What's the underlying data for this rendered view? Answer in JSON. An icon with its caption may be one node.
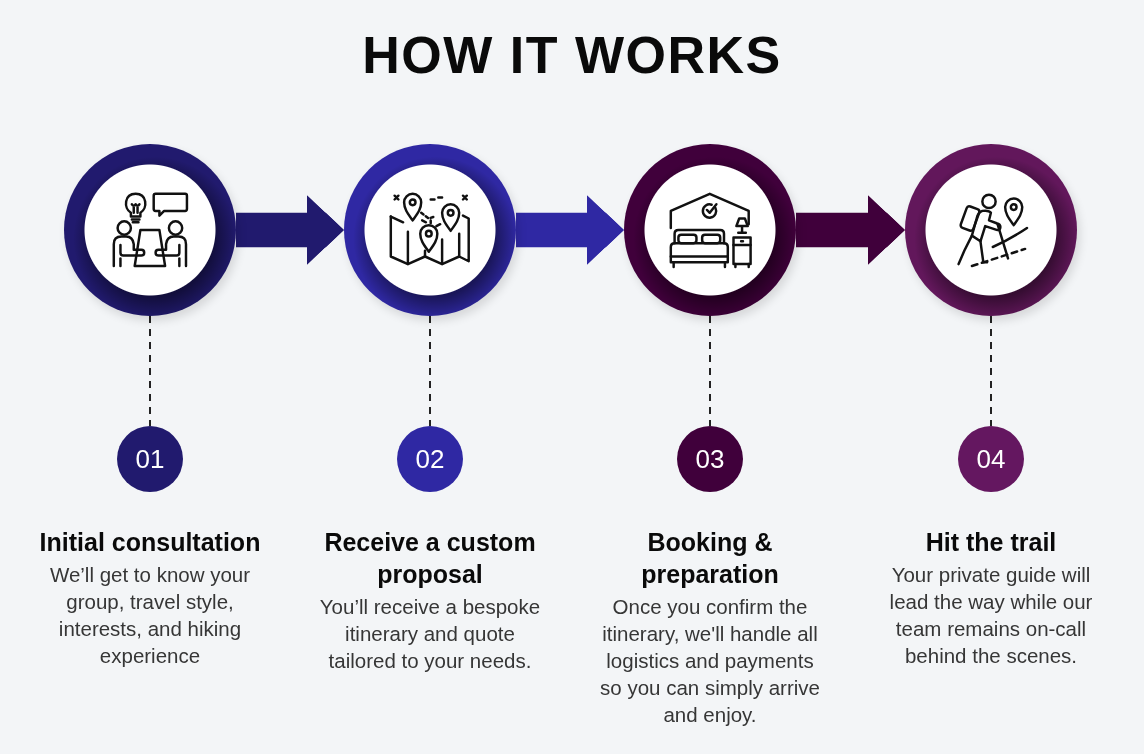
{
  "diagram": {
    "title": "HOW IT WORKS",
    "nodes": [
      {
        "text": [],
        "shape": "circle"
      },
      {
        "text": [],
        "shape": "circle"
      },
      {
        "text": [],
        "shape": "circle"
      },
      {
        "text": [],
        "shape": "circle"
      },
      {
        "text": [
          "01"
        ],
        "beside": [
          "Initial consultation",
          "We’ll get to know your group, travel style, interests, and hiking experience"
        ]
      },
      {
        "text": [
          "02"
        ],
        "beside": [
          "Receive a custom proposal",
          "You’ll receive a bespoke itinerary and quote tailored to your needs."
        ]
      },
      {
        "text": [
          "03"
        ],
        "beside": [
          "Booking & preparation",
          "Once you confirm the itinerary, we'll handle all logistics and payments so you can simply arrive and enjoy."
        ]
      },
      {
        "text": [
          "04"
        ],
        "beside": [
          "Hit the trail",
          "Your private guide will lead the way while our team remains on-call behind the scenes."
        ]
      }
    ],
    "edges": [
      {
        "from": 0,
        "to": 1,
        "arrow": "to",
        "style": "thick",
        "color": "#211a6e"
      },
      {
        "from": 1,
        "to": 2,
        "arrow": "to",
        "style": "thick",
        "color": "#2f28a3"
      },
      {
        "from": 2,
        "to": 3,
        "arrow": "to",
        "style": "thick",
        "color": "#40003b"
      },
      {
        "from": 0,
        "to": 4,
        "arrow": "none",
        "style": "dashed"
      },
      {
        "from": 1,
        "to": 5,
        "arrow": "none",
        "style": "dashed"
      },
      {
        "from": 2,
        "to": 6,
        "arrow": "none",
        "style": "dashed"
      },
      {
        "from": 3,
        "to": 7,
        "arrow": "none",
        "style": "dashed"
      }
    ]
  }
}
